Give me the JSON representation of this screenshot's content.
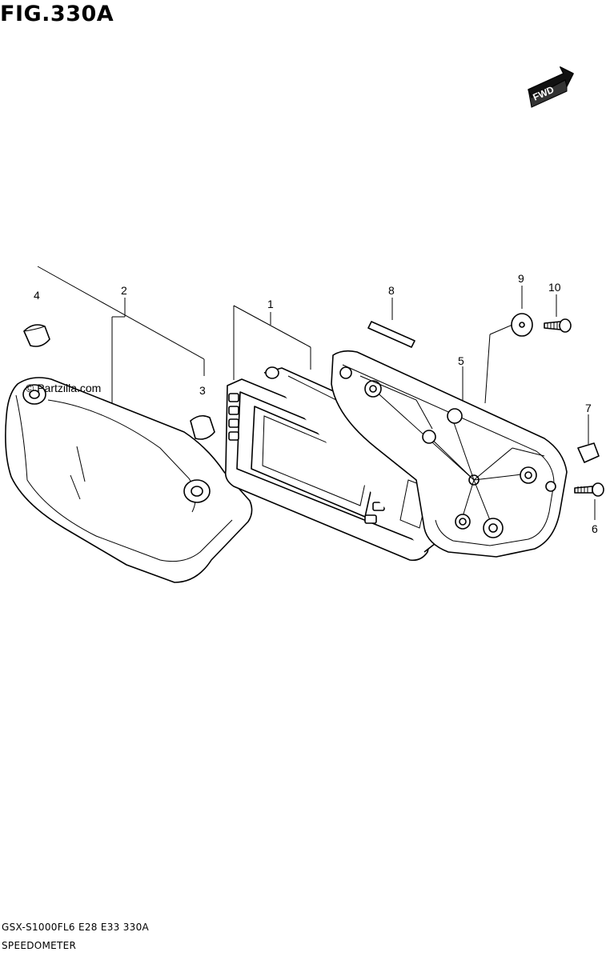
{
  "header": {
    "figure_title": "FIG.330A"
  },
  "fwd_badge": {
    "label": "FWD"
  },
  "watermark": {
    "text": "© Partzilla.com"
  },
  "callouts": [
    {
      "id": "1",
      "label": "1"
    },
    {
      "id": "2",
      "label": "2"
    },
    {
      "id": "3",
      "label": "3"
    },
    {
      "id": "4",
      "label": "4"
    },
    {
      "id": "5",
      "label": "5"
    },
    {
      "id": "6",
      "label": "6"
    },
    {
      "id": "7",
      "label": "7"
    },
    {
      "id": "8",
      "label": "8"
    },
    {
      "id": "9",
      "label": "9"
    },
    {
      "id": "10",
      "label": "10"
    }
  ],
  "footer": {
    "model_code": "GSX-S1000FL6  E28  E33  330A",
    "assembly_name": "SPEEDOMETER"
  }
}
